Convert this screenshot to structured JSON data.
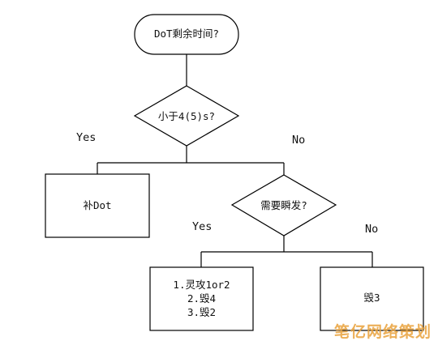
{
  "nodes": {
    "start": "DoT剩余时间?",
    "decision_dot": "小于4(5)s?",
    "refresh_dot": "补Dot",
    "decision_burst": "需要瞬发?",
    "sequence": [
      "1.灵攻1or2",
      "2.毁4",
      "3.毁2"
    ],
    "destroy3": "毁3"
  },
  "edges": {
    "yes_1": "Yes",
    "no_1": "No",
    "yes_2": "Yes",
    "no_2": "No"
  },
  "watermark": "笔亿网络策划",
  "colors": {
    "stroke": "#000000",
    "watermark": "#e9a23b"
  }
}
